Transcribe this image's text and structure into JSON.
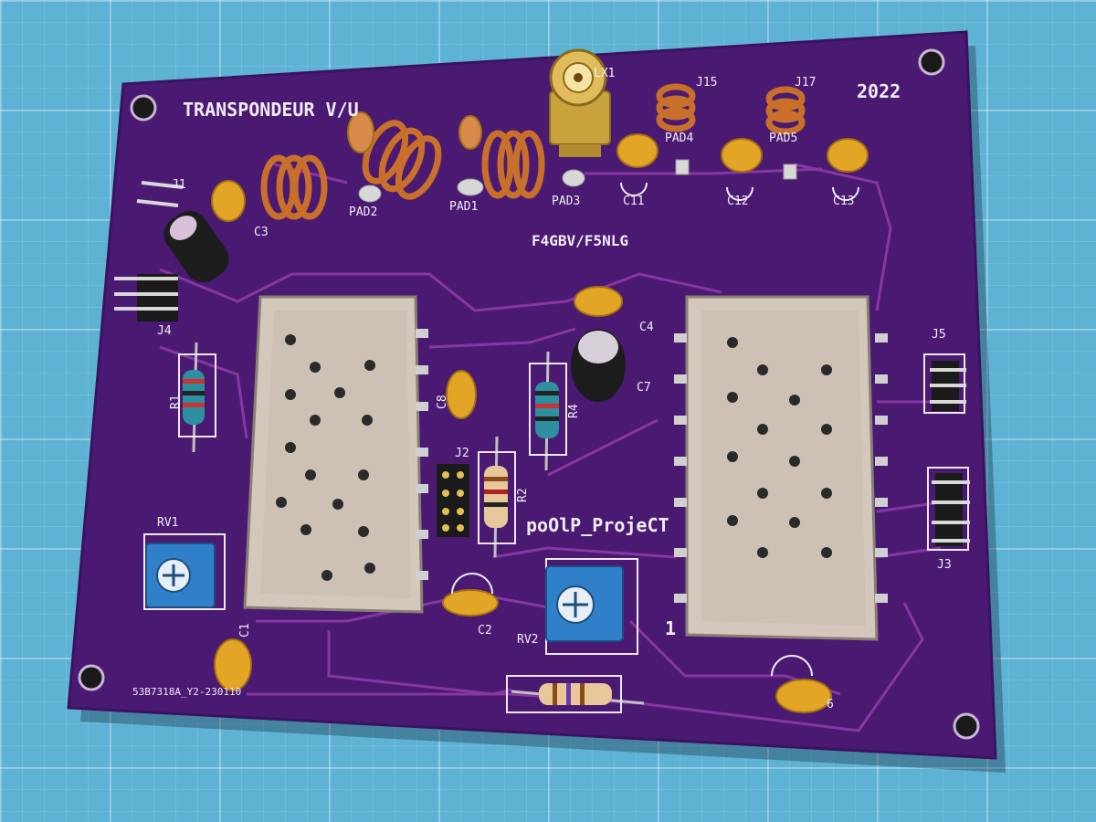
{
  "board": {
    "title": "TRANSPONDEUR V/U",
    "year": "2022",
    "callsigns": "F4GBV/F5NLG",
    "project": "poOlP_ProjeCT",
    "revision": "53B7318A_Y2-230110",
    "pin1_marker": "1",
    "pcb_color": "#4a1a72",
    "mat_color": "#5eb3d5"
  },
  "labels": {
    "lx1": "LX1",
    "j15": "J15",
    "j17": "J17",
    "pad1": "PAD1",
    "pad2": "PAD2",
    "pad3": "PAD3",
    "pad4": "PAD4",
    "pad5": "PAD5",
    "c1": "C1",
    "c2": "C2",
    "c3": "C3",
    "c4": "C4",
    "c6": "6",
    "c7": "C7",
    "c8": "C8",
    "c11": "C11",
    "c12": "C12",
    "c13": "C13",
    "j1": "J1",
    "j2": "J2",
    "j3": "J3",
    "j4": "J4",
    "j5": "J5",
    "r1": "R1",
    "r2": "R2",
    "r4": "R4",
    "rv1": "RV1",
    "rv2": "RV2"
  }
}
